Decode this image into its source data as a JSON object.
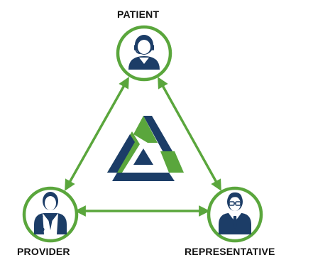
{
  "nodes": {
    "patient": {
      "label": "PATIENT",
      "icon": "patient-icon"
    },
    "provider": {
      "label": "PROVIDER",
      "icon": "provider-icon"
    },
    "representative": {
      "label": "REPRESENTATIVE",
      "icon": "representative-icon"
    }
  },
  "center": {
    "icon": "triangle-logo-icon"
  },
  "connections": [
    {
      "from": "PATIENT",
      "to": "PROVIDER",
      "direction": "both"
    },
    {
      "from": "PATIENT",
      "to": "REPRESENTATIVE",
      "direction": "both"
    },
    {
      "from": "PROVIDER",
      "to": "REPRESENTATIVE",
      "direction": "both"
    }
  ],
  "colors": {
    "green": "#5aa63c",
    "navy": "#1c3d67",
    "text": "#111111"
  }
}
